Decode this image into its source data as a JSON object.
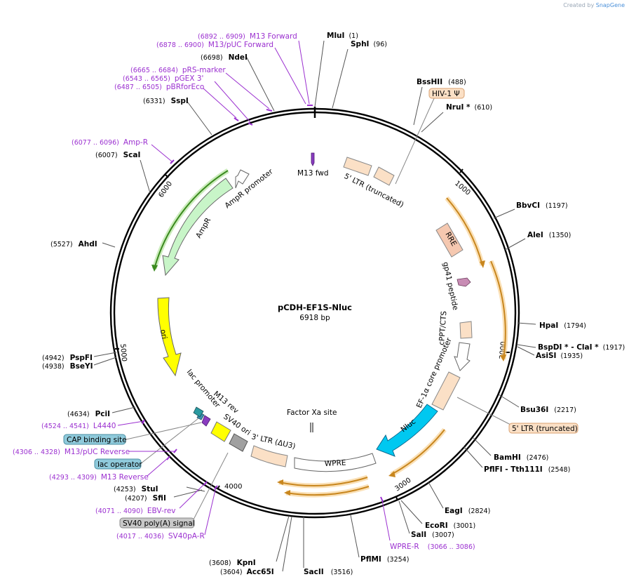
{
  "credit": {
    "prefix": "Created by",
    "brand": "SnapGene"
  },
  "plasmid": {
    "name": "pCDH-EF1S-Nluc",
    "size": "6918 bp"
  },
  "ticks": [
    "1000",
    "2000",
    "3000",
    "4000",
    "5000",
    "6000"
  ],
  "sites": [
    {
      "name": "MluI",
      "pos": "(1)"
    },
    {
      "name": "SphI",
      "pos": "(96)"
    },
    {
      "name": "BssHII",
      "pos": "(488)"
    },
    {
      "name": "NruI *",
      "pos": "(610)"
    },
    {
      "name": "BbvCI",
      "pos": "(1197)"
    },
    {
      "name": "AleI",
      "pos": "(1350)"
    },
    {
      "name": "HpaI",
      "pos": "(1794)"
    },
    {
      "name": "BspDI * - ClaI *",
      "pos": "(1917)"
    },
    {
      "name": "AsiSI",
      "pos": "(1935)"
    },
    {
      "name": "Bsu36I",
      "pos": "(2217)"
    },
    {
      "name": "BamHI",
      "pos": "(2476)"
    },
    {
      "name": "PflFI - Tth111I",
      "pos": "(2548)"
    },
    {
      "name": "EagI",
      "pos": "(2824)"
    },
    {
      "name": "EcoRI",
      "pos": "(3001)"
    },
    {
      "name": "SalI",
      "pos": "(3007)"
    },
    {
      "name": "PflMI",
      "pos": "(3254)"
    },
    {
      "name": "SacII",
      "pos": "(3516)"
    },
    {
      "name": "Acc65I",
      "pos": "(3604)"
    },
    {
      "name": "KpnI",
      "pos": "(3608)"
    },
    {
      "name": "SfiI",
      "pos": "(4207)"
    },
    {
      "name": "StuI",
      "pos": "(4253)"
    },
    {
      "name": "PciI",
      "pos": "(4634)"
    },
    {
      "name": "BseYI",
      "pos": "(4938)"
    },
    {
      "name": "PspFI",
      "pos": "(4942)"
    },
    {
      "name": "AhdI",
      "pos": "(5527)"
    },
    {
      "name": "ScaI",
      "pos": "(6007)"
    },
    {
      "name": "SspI",
      "pos": "(6331)"
    },
    {
      "name": "NdeI",
      "pos": "(6698)"
    }
  ],
  "primers": [
    {
      "name": "M13 Forward",
      "pos": "(6892 .. 6909)"
    },
    {
      "name": "M13/pUC Forward",
      "pos": "(6878 .. 6900)"
    },
    {
      "name": "pRS-marker",
      "pos": "(6665 .. 6684)"
    },
    {
      "name": "pGEX 3'",
      "pos": "(6543 .. 6565)"
    },
    {
      "name": "pBRforEco",
      "pos": "(6487 .. 6505)"
    },
    {
      "name": "Amp-R",
      "pos": "(6077 .. 6096)"
    },
    {
      "name": "L4440",
      "pos": "(4524 .. 4541)"
    },
    {
      "name": "M13/pUC Reverse",
      "pos": "(4306 .. 4328)"
    },
    {
      "name": "M13 Reverse",
      "pos": "(4293 .. 4309)"
    },
    {
      "name": "EBV-rev",
      "pos": "(4071 .. 4090)"
    },
    {
      "name": "SV40pA-R",
      "pos": "(4017 .. 4036)"
    },
    {
      "name": "WPRE-R",
      "pos": "(3066 .. 3086)"
    }
  ],
  "boxed_features": [
    {
      "label": "HIV-1 Ψ",
      "fill": "#fbe0c6",
      "stroke": "#d8a070"
    },
    {
      "label": "5' LTR (truncated)",
      "fill": "#fbe0c6",
      "stroke": "#d8a070"
    },
    {
      "label": "CAP binding site",
      "fill": "#8fcadb",
      "stroke": "#4a8fa3"
    },
    {
      "label": "lac operator",
      "fill": "#8fcadb",
      "stroke": "#4a8fa3"
    },
    {
      "label": "SV40 poly(A) signal",
      "fill": "#c8c8c8",
      "stroke": "#888888"
    }
  ],
  "feature_labels": {
    "m13fwd": "M13 fwd",
    "ltr5": "5' LTR (truncated)",
    "amprpromoter": "AmpR promoter",
    "ampr": "AmpR",
    "rre": "RRE",
    "gp41": "gp41 peptide",
    "cppt": "cPPT/CTS",
    "ef1a": "EF-1α core promoter",
    "nluc": "Nluc",
    "wpre": "WPRE",
    "factorxa": "Factor Xa site",
    "ltr3": "3' LTR (ΔU3)",
    "sv40ori": "SV40 ori",
    "m13rev": "M13 rev",
    "lacpromoter": "lac promoter",
    "ori": "ori"
  },
  "colors": {
    "ampr": "#c8f5c8",
    "ori": "#ffff00",
    "nluc": "#00c8f0",
    "ltr": "#fbe0c6",
    "rre": "#f5c8b0",
    "gp41": "#c88cb4",
    "wpre": "#ffffff",
    "sv40ori": "#a0a0a0",
    "primer": "#9b30d0",
    "orf_orange": "#e09a30",
    "orf_green": "#3a8a1e"
  }
}
